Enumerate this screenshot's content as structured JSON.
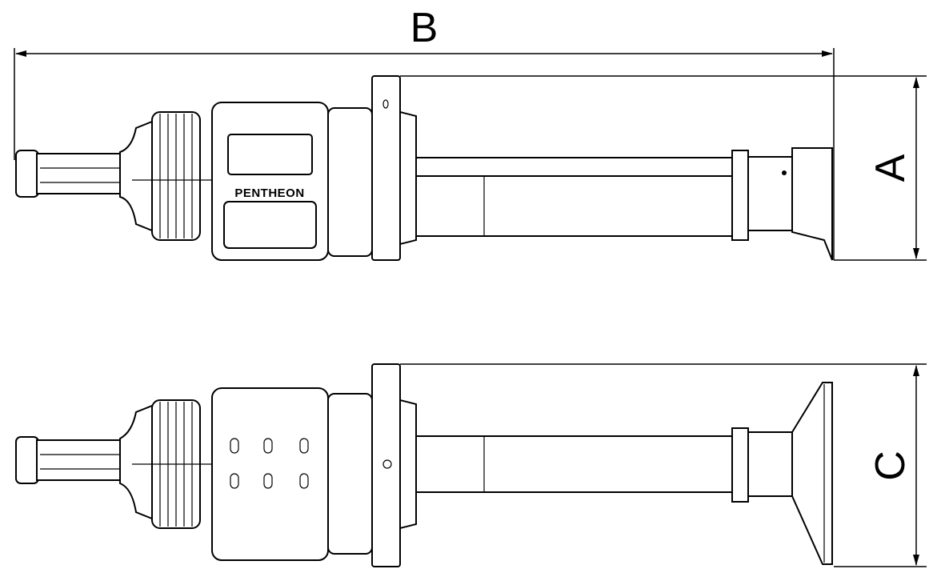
{
  "dimensions": {
    "overall_length_label": "B",
    "side_view_height_label": "A",
    "top_view_height_label": "C"
  },
  "product": {
    "brand_text": "PENTHEON"
  }
}
